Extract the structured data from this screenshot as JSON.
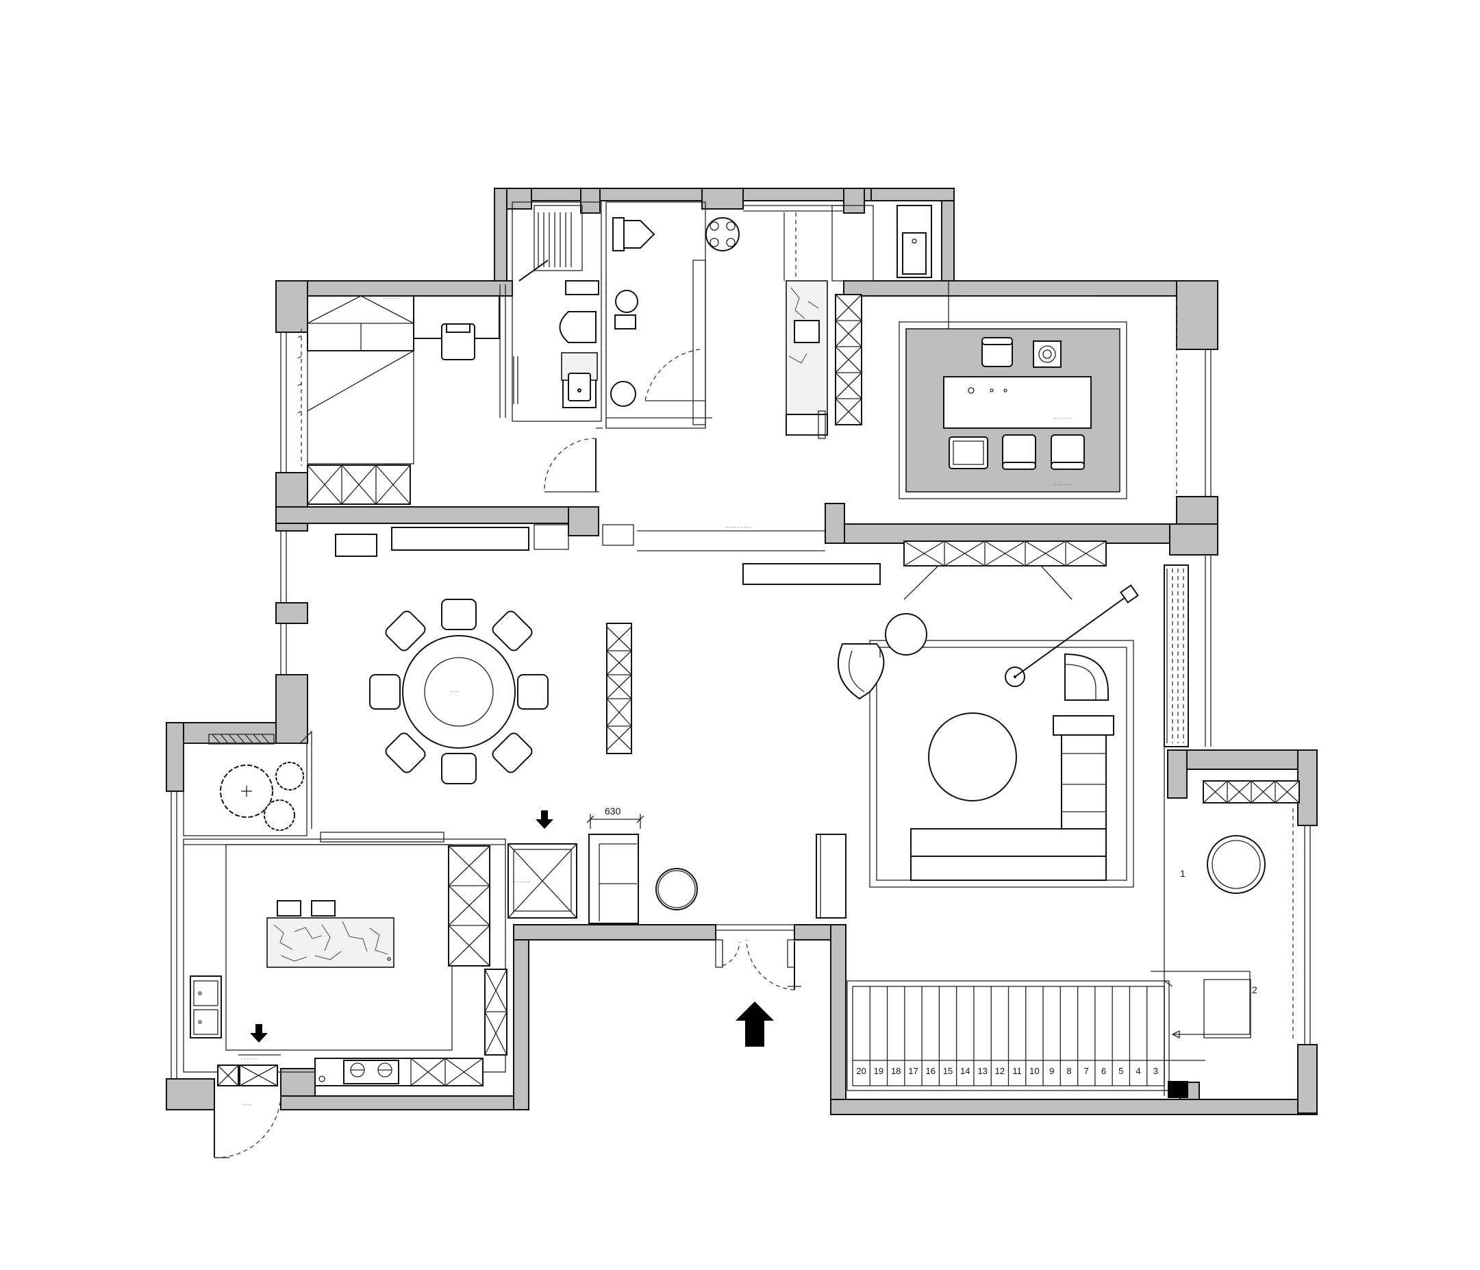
{
  "dimensions": {
    "top_cabinet_width": "630"
  },
  "stair": {
    "steps": [
      "20",
      "19",
      "18",
      "17",
      "16",
      "15",
      "14",
      "13",
      "12",
      "11",
      "10",
      "9",
      "8",
      "7",
      "6",
      "5",
      "4",
      "3"
    ],
    "landing_labels": [
      "1",
      "2"
    ]
  },
  "colors": {
    "wall_fill": "#bfbfbf",
    "rug_fill": "#bdbdbd",
    "line": "#111111"
  },
  "icons": [
    "entry-arrow-icon",
    "down-arrow-icon",
    "tree-icon",
    "stove-icon",
    "sink-icon",
    "toilet-icon"
  ]
}
